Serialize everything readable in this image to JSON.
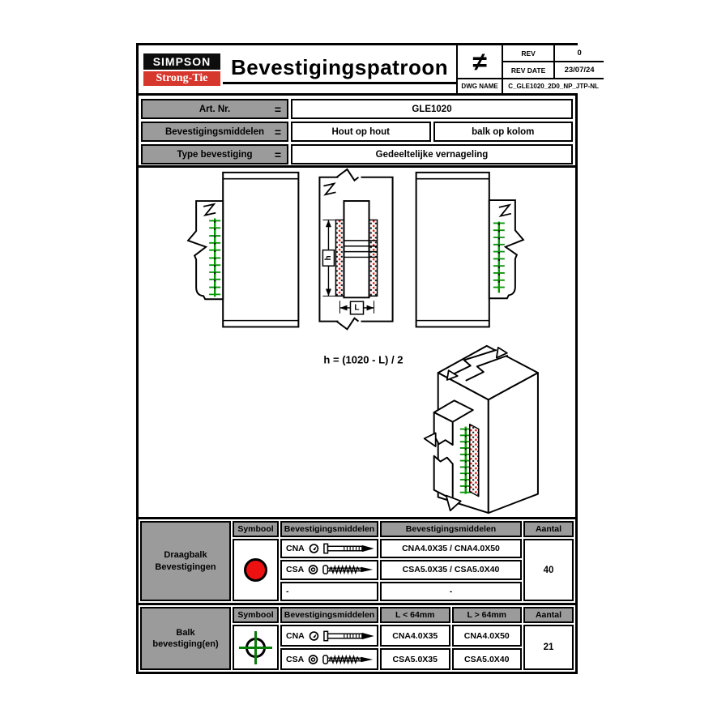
{
  "title_block": {
    "logo_line1": "SIMPSON",
    "logo_line2": "Strong-Tie",
    "title": "Bevestigingspatroon",
    "neq_symbol": "≠",
    "rev_label": "REV",
    "rev_value": "0",
    "rev_date_label": "REV DATE",
    "rev_date_value": "23/07/24",
    "dwg_name_label": "DWG NAME",
    "dwg_name_value": "C_GLE1020_2D0_NP_JTP-NL"
  },
  "info_rows": {
    "art_label": "Art. Nr.",
    "art_eq": "=",
    "art_value": "GLE1020",
    "bev_label": "Bevestigingsmiddelen",
    "bev_eq": "=",
    "bev_value1": "Hout op hout",
    "bev_value2": "balk op kolom",
    "type_label": "Type bevestiging",
    "type_eq": "=",
    "type_value": "Gedeeltelijke vernageling"
  },
  "drawing": {
    "formula": "h = (1020 - L) / 2",
    "dim_h": "h",
    "dim_l": "L",
    "views": [
      "front-elevation-left",
      "plan-section-with-nail-plates",
      "front-elevation-right",
      "isometric-beam-to-column"
    ]
  },
  "tables": {
    "draagbalk": {
      "row_label": "Draagbalk Bevestigingen",
      "col_symbool": "Symbool",
      "col_middelen": "Bevestigingsmiddelen",
      "col_middelen2": "Bevestigingsmiddelen",
      "col_aantal": "Aantal",
      "symbol_icon": "red-filled-circle",
      "rows": [
        {
          "code": "CNA",
          "head_icon": "nail-head-top-view",
          "side_icon": "nail-side-view",
          "spec": "CNA4.0X35 / CNA4.0X50"
        },
        {
          "code": "CSA",
          "head_icon": "screw-head-top-view",
          "side_icon": "screw-side-view",
          "spec": "CSA5.0X35 / CSA5.0X40"
        },
        {
          "code": "-",
          "head_icon": "",
          "side_icon": "",
          "spec": "-"
        }
      ],
      "aantal": "40"
    },
    "balk": {
      "row_label": "Balk bevestiging(en)",
      "col_symbool": "Symbool",
      "col_middelen": "Bevestigingsmiddelen",
      "col_l_small": "L < 64mm",
      "col_l_large": "L > 64mm",
      "col_aantal": "Aantal",
      "symbol_icon": "green-crosshair-circle",
      "rows": [
        {
          "code": "CNA",
          "head_icon": "nail-head-top-view",
          "side_icon": "nail-side-view",
          "l_small": "CNA4.0X35",
          "l_large": "CNA4.0X50"
        },
        {
          "code": "CSA",
          "head_icon": "screw-head-top-view",
          "side_icon": "screw-side-view",
          "l_small": "CSA5.0X35",
          "l_large": "CSA5.0X40"
        }
      ],
      "aantal": "21"
    }
  },
  "colors": {
    "logo_red": "#d6382e",
    "symbol_red": "#ee1111",
    "nail_plate_red": "#ee1111",
    "fastener_green": "#069a06",
    "crosshair_green": "#067d06",
    "cell_gray": "#9b9b9b"
  }
}
